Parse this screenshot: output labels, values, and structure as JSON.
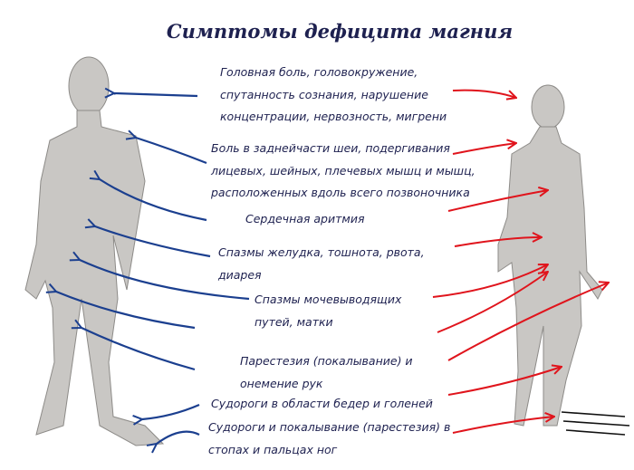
{
  "title": "Симптомы дефицита магния",
  "symptoms": [
    {
      "lines": [
        "Головная боль, головокружение,",
        "спутанность сознания, нарушение",
        "концентрации, нервозность, мигрени"
      ]
    },
    {
      "lines": [
        "Боль в заднейчасти шеи, подергивания",
        "лицевых, шейных, плечевых мышц и мышц,",
        "расположенных вдоль всего позвоночника"
      ]
    },
    {
      "lines": [
        "Сердечная аритмия"
      ]
    },
    {
      "lines": [
        "Спазмы желудка, тошнота, рвота,",
        "диарея"
      ]
    },
    {
      "lines": [
        "Спазмы мочевыводящих",
        "путей, матки"
      ]
    },
    {
      "lines": [
        "Парестезия (покалывание) и",
        "онемение рук"
      ]
    },
    {
      "lines": [
        "Судороги в области бедер и голеней"
      ]
    },
    {
      "lines": [
        "Судороги и покалывание (парестезия) в",
        "стопах и пальцах ног"
      ]
    }
  ],
  "colors": {
    "text": "#1e2150",
    "blue_arrow": "#1b3f8f",
    "red_arrow": "#e0141c",
    "figure": "#c9c7c4"
  }
}
